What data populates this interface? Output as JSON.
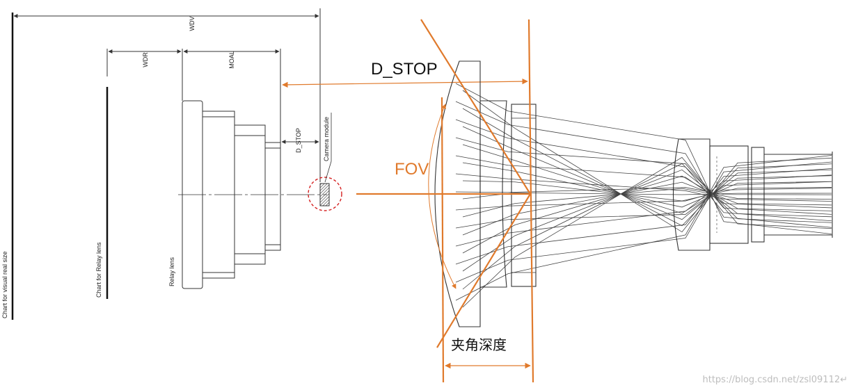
{
  "left_drawing": {
    "dim_wdv": "WDV",
    "dim_wdr": "WDR",
    "dim_moal": "MOAL",
    "dim_dstop": "D_STOP",
    "label_camera_module": "Camera module",
    "label_relay_lens": "Relay lens",
    "label_chart_relay": "Chart for Relay lens",
    "label_chart_visual": "Chart for visual real size"
  },
  "right_drawing": {
    "label_dstop": "D_STOP",
    "label_fov": "FOV",
    "label_depth": "夹角深度",
    "accent_color": "#e07a2c"
  },
  "watermark": "https://blog.csdn.net/zsl09112↵"
}
